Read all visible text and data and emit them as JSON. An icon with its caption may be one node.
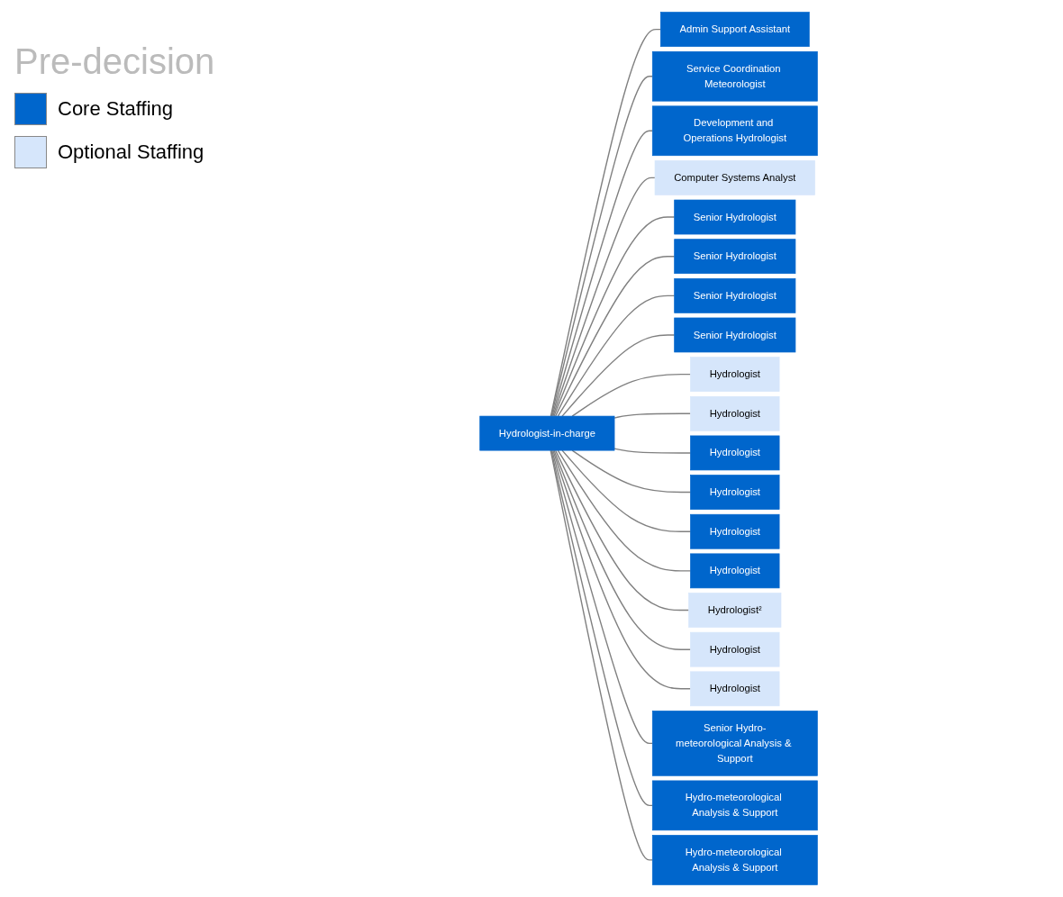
{
  "diagram": {
    "nodes": [
      {
        "text": [
          "Hydrologist-in-charge"
        ]
      },
      {
        "text": [
          "Admin Support Assistant"
        ]
      },
      {
        "text": [
          "Service Coordination Meteorologist"
        ]
      },
      {
        "text": [
          "Development and Operations Hydrologist"
        ]
      },
      {
        "text": [
          "Computer Systems Analyst"
        ]
      },
      {
        "text": [
          "Senior Hydrologist"
        ]
      },
      {
        "text": [
          "Senior Hydrologist"
        ]
      },
      {
        "text": [
          "Senior Hydrologist"
        ]
      },
      {
        "text": [
          "Senior Hydrologist"
        ]
      },
      {
        "text": [
          "Hydrologist"
        ]
      },
      {
        "text": [
          "Hydrologist"
        ]
      },
      {
        "text": [
          "Hydrologist"
        ]
      },
      {
        "text": [
          "Hydrologist"
        ]
      },
      {
        "text": [
          "Hydrologist"
        ]
      },
      {
        "text": [
          "Hydrologist"
        ]
      },
      {
        "text": [
          "Hydrologist²"
        ]
      },
      {
        "text": [
          "Hydrologist"
        ]
      },
      {
        "text": [
          "Hydrologist"
        ]
      },
      {
        "text": [
          "Senior Hydro-meteorological Analysis & Support"
        ]
      },
      {
        "text": [
          "Hydro-meteorological Analysis & Support"
        ]
      },
      {
        "text": [
          "Hydro-meteorological Analysis & Support"
        ]
      }
    ],
    "edges": [
      {
        "from": 0,
        "to": 1,
        "arrow": "none"
      },
      {
        "from": 0,
        "to": 2,
        "arrow": "none"
      },
      {
        "from": 0,
        "to": 3,
        "arrow": "none"
      },
      {
        "from": 0,
        "to": 4,
        "arrow": "none"
      },
      {
        "from": 0,
        "to": 5,
        "arrow": "none"
      },
      {
        "from": 0,
        "to": 6,
        "arrow": "none"
      },
      {
        "from": 0,
        "to": 7,
        "arrow": "none"
      },
      {
        "from": 0,
        "to": 8,
        "arrow": "none"
      },
      {
        "from": 0,
        "to": 9,
        "arrow": "none"
      },
      {
        "from": 0,
        "to": 10,
        "arrow": "none"
      },
      {
        "from": 0,
        "to": 11,
        "arrow": "none"
      },
      {
        "from": 0,
        "to": 12,
        "arrow": "none"
      },
      {
        "from": 0,
        "to": 13,
        "arrow": "none"
      },
      {
        "from": 0,
        "to": 14,
        "arrow": "none"
      },
      {
        "from": 0,
        "to": 15,
        "arrow": "none"
      },
      {
        "from": 0,
        "to": 16,
        "arrow": "none"
      },
      {
        "from": 0,
        "to": 17,
        "arrow": "none"
      },
      {
        "from": 0,
        "to": 18,
        "arrow": "none"
      },
      {
        "from": 0,
        "to": 19,
        "arrow": "none"
      },
      {
        "from": 0,
        "to": 20,
        "arrow": "none"
      }
    ],
    "labels": [
      "Pre-decision"
    ],
    "legend": [
      {
        "text": "Core Staffing",
        "color": "#0066cc"
      },
      {
        "text": "Optional Staffing",
        "color": "#d6e6fb"
      }
    ]
  }
}
